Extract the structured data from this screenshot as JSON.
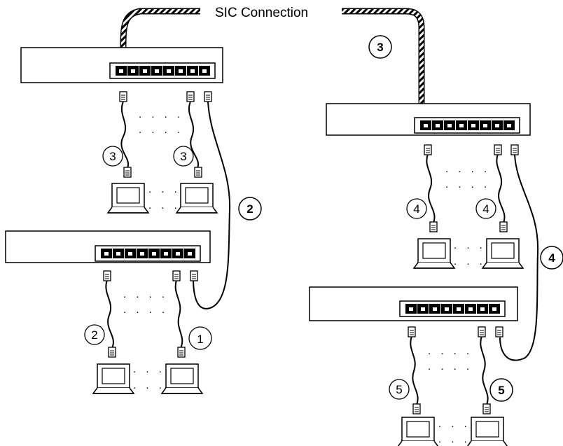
{
  "title": "SIC Connection",
  "labels": {
    "sic_link": "3",
    "stack_link_left": "2",
    "stack_link_right": "4",
    "pc_left_top_a": "3",
    "pc_left_top_b": "3",
    "pc_left_bottom_a": "2",
    "pc_left_bottom_b": "1",
    "pc_right_top_a": "4",
    "pc_right_top_b": "4",
    "pc_right_bottom_a": "5",
    "pc_right_bottom_b": "5"
  },
  "ellipsis": ". . . ."
}
